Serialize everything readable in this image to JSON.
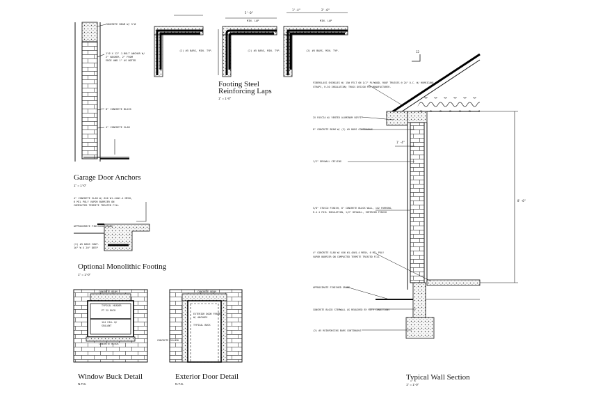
{
  "sheet": {
    "titles": {
      "footing_laps_1": "Footing Steel",
      "footing_laps_2": "Reinforcing Laps",
      "garage": "Garage Door Anchors",
      "monolithic": "Optional Monolithic Footing",
      "window": "Window Buck Detail",
      "door": "Exterior Door Detail",
      "wall": "Typical Wall Section"
    },
    "scales": {
      "footing_laps": "1\" = 1'-0\"",
      "garage": "1\" = 1'-0\"",
      "monolithic": "1\" = 1'-0\"",
      "window": "N.T.S.",
      "door": "N.T.S.",
      "wall": "1\" = 1'-0\""
    },
    "notes": {
      "garage_top": "CONCRETE BEAM W/ 5\"Ø",
      "garage_anchor_1": "1\"Ø X 12\" J-BOLT ANCHOR W/",
      "garage_anchor_2": "2\" WASHER, 2\" FROM",
      "garage_anchor_3": "EDGE AND 1\" AS NOTED",
      "garage_block": "8\" CONCRETE BLOCK",
      "garage_slab": "4\" CONCRETE SLAB",
      "lap_dim_1": "5'-0\"",
      "lap_dim_2": "1'-4\"",
      "lap_dim_3": "2'-0\"",
      "lap_min": "MIN. LAP",
      "lap_bar": "(2) #5 BARS, MIN. TYP.",
      "mono_1": "4\" CONCRETE SLAB W/ 6X6 W1.4XW1.4 MESH,",
      "mono_2": "6 MIL POLY VAPOR BARRIER ON",
      "mono_3": "COMPACTED TERMITE TREATED FILL",
      "mono_grade": "APPROXIMATE FINISHED GRADE",
      "mono_bars_1": "(2) #5 BARS CONT.",
      "mono_bars_2": "16\" W X 20\" DEEP",
      "win_beam": "CONCRETE BEAM",
      "win_head": "TYPICAL HEADER",
      "win_buck": "PT 2X BUCK",
      "win_sill_1": "1X4 SILL W/",
      "win_sill_2": "SEALANT",
      "win_block": "CONCRETE BLOCK",
      "door_beam": "CONCRETE BEAM",
      "door_frame_1": "EXTERIOR DOOR FRAME",
      "door_frame_2": "W/ ANCHORS",
      "door_buck": "TYPICAL BUCK",
      "door_column": "CONCRETE COLUMN",
      "wall_n1": "FIBERGLASS SHINGLES W/ 15# FELT ON 1/2\" PLYWOOD, ROOF TRUSSES @ 24\" O.C. W/ HURRICANE",
      "wall_n2": "STRAPS, R-30 INSULATION; TRUSS DESIGN PER MANUFACTURER.",
      "wall_n3": "2X FASCIA W/ VENTED ALUMINUM SOFFIT",
      "wall_n4": "8\" CONCRETE BEAM W/ (2) #5 BARS CONTINUOUS",
      "wall_n5": "1/2\" DRYWALL CEILING",
      "wall_n6": "5/8\" STUCCO FINISH, 8\" CONCRETE BLOCK WALL, 1X2 FURRING,",
      "wall_n7": "R-4.1 FOIL INSULATION, 1/2\" DRYWALL, INTERIOR FINISH",
      "wall_n8": "4\" CONCRETE SLAB W/ 6X6 W1.4XW1.4 MESH, 6 MIL POLY",
      "wall_n9": "VAPOR BARRIER ON COMPACTED TERMITE TREATED FILL",
      "wall_n10": "APPROXIMATE FINISHED GRADE",
      "wall_n11": "CONCRETE BLOCK STEMWALL AS REQUIRED BY SITE CONDITIONS",
      "wall_n12": "(2) #5 REINFORCING BARS CONTINUOUS",
      "wall_height": "8'-0\"",
      "wall_pitch": "12",
      "wall_eave": "1'-4\""
    }
  }
}
